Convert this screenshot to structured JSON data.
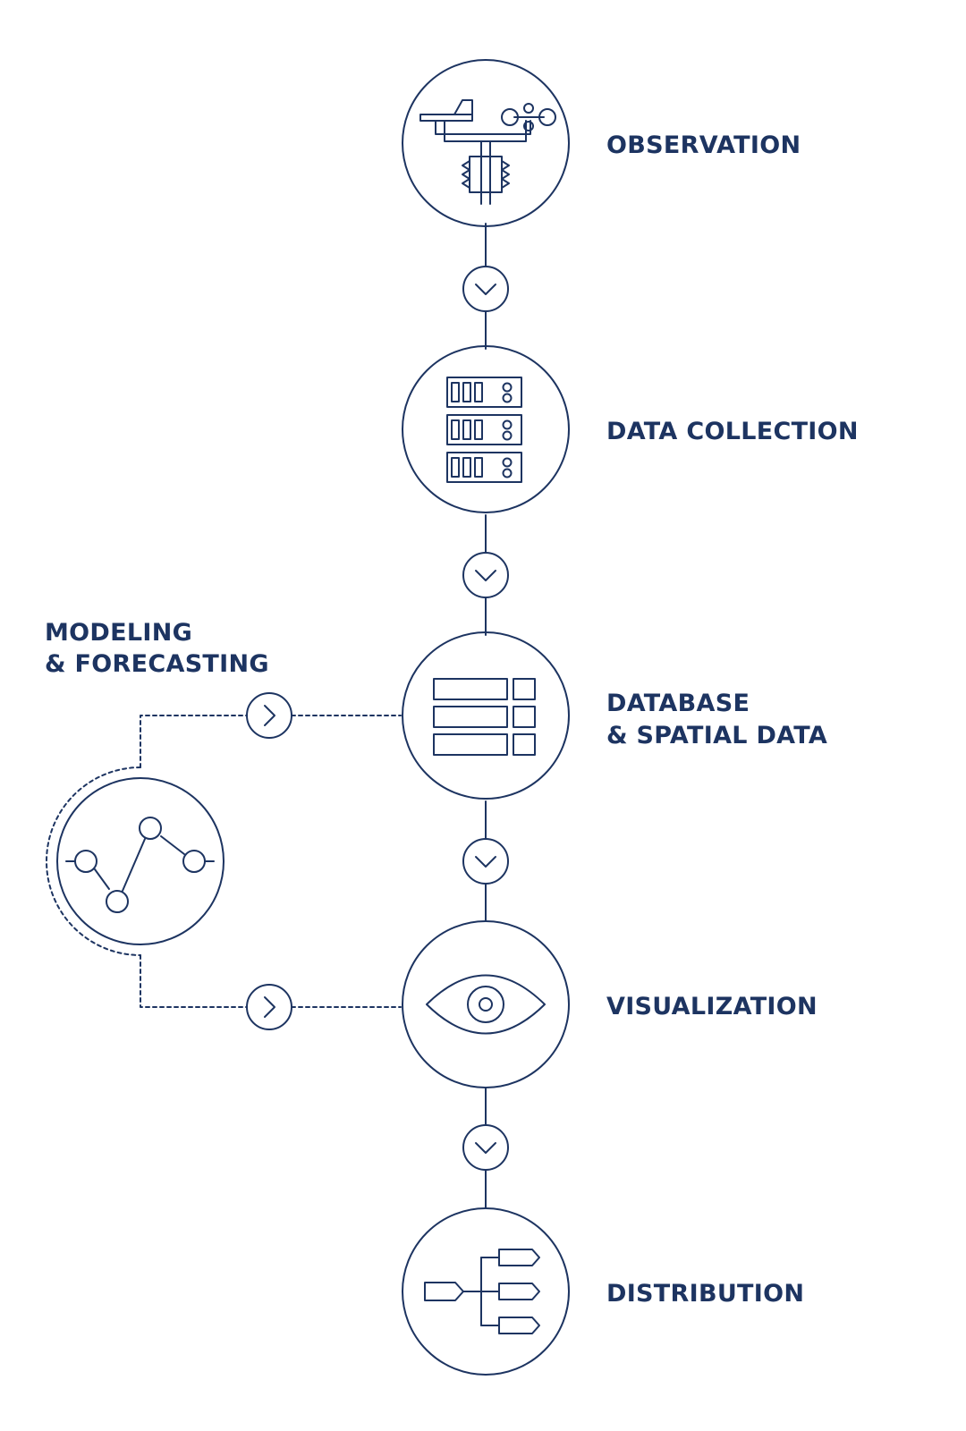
{
  "colors": {
    "stroke": "#1d3461",
    "text": "#1d3461",
    "background": "#ffffff"
  },
  "steps": [
    {
      "id": "observation",
      "icon": "weather-station-icon",
      "lines": [
        "OBSERVATION"
      ]
    },
    {
      "id": "data-collection",
      "icon": "server-rack-icon",
      "lines": [
        "DATA COLLECTION"
      ]
    },
    {
      "id": "database",
      "icon": "database-table-icon",
      "lines": [
        "DATABASE",
        "& SPATIAL DATA"
      ]
    },
    {
      "id": "visualization",
      "icon": "eye-icon",
      "lines": [
        "VISUALIZATION"
      ]
    },
    {
      "id": "distribution",
      "icon": "distribution-tree-icon",
      "lines": [
        "DISTRIBUTION"
      ]
    }
  ],
  "side_process": {
    "id": "modeling",
    "icon": "line-graph-icon",
    "lines": [
      "MODELING",
      "& FORECASTING"
    ]
  },
  "connectors": {
    "main_flow_icon": "chevron-down-icon",
    "side_flow_icon": "chevron-right-icon"
  }
}
